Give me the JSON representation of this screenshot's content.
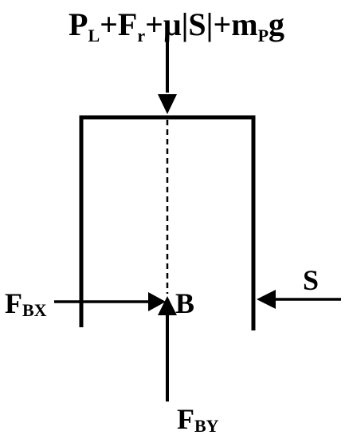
{
  "diagram": {
    "top_force": {
      "parts": [
        {
          "text": "P",
          "sub": "L"
        },
        {
          "text": "+F",
          "sub": "r"
        },
        {
          "text": "+μ|S|+m",
          "sub": "P"
        },
        {
          "text": "g",
          "sub": ""
        }
      ]
    },
    "left_force": {
      "text": "F",
      "sub": "BX"
    },
    "right_force": {
      "text": "S"
    },
    "point": {
      "text": "B"
    },
    "bottom_force": {
      "text": "F",
      "sub": "BY"
    },
    "colors": {
      "stroke": "#000000",
      "background": "#ffffff"
    }
  }
}
